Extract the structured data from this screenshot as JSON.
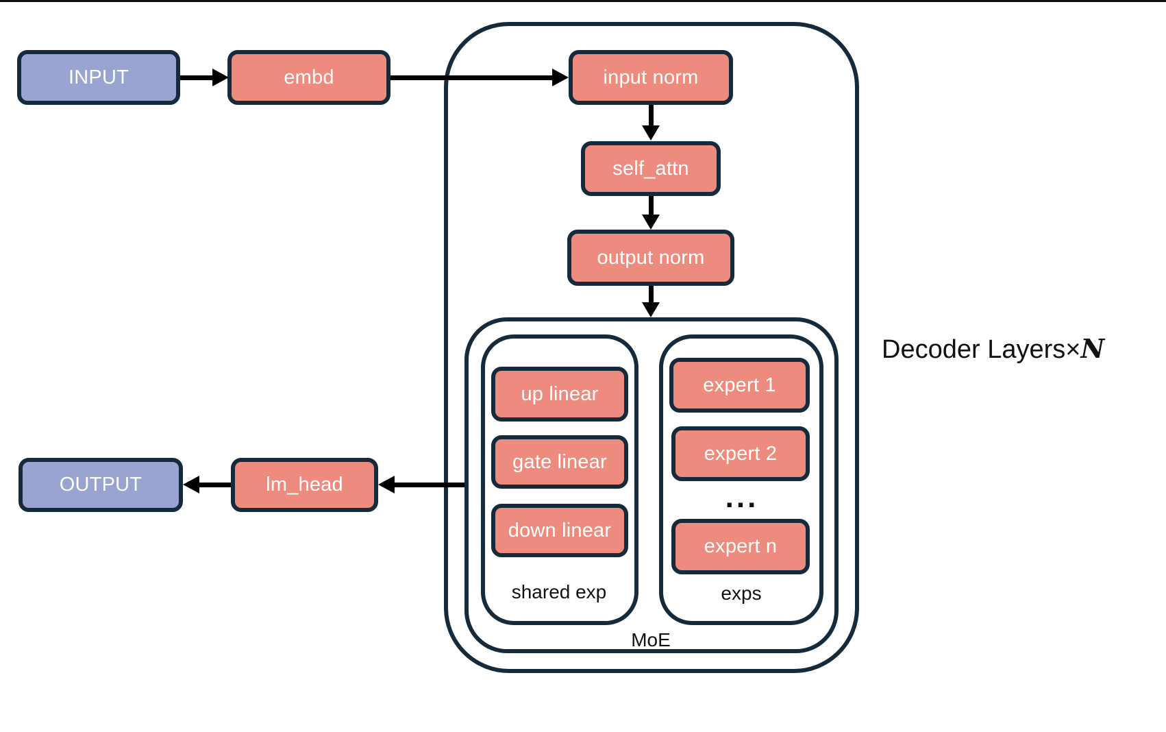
{
  "colors": {
    "node_fill": "#ED8C7E",
    "io_fill": "#9AA4D0",
    "border": "#152A3B",
    "arrow": "#000000",
    "text_light": "#FFFFFF",
    "text_dark": "#111111",
    "bg": "#FFFFFF"
  },
  "nodes": {
    "input": {
      "label": "INPUT"
    },
    "embd": {
      "label": "embd"
    },
    "input_norm": {
      "label": "input norm"
    },
    "self_attn": {
      "label": "self_attn"
    },
    "output_norm": {
      "label": "output norm"
    },
    "up_linear": {
      "label": "up linear"
    },
    "gate_linear": {
      "label": "gate linear"
    },
    "down_linear": {
      "label": "down linear"
    },
    "expert_1": {
      "label": "expert 1"
    },
    "expert_2": {
      "label": "expert 2"
    },
    "expert_ellipsis": {
      "label": "..."
    },
    "expert_n": {
      "label": "expert n"
    },
    "lm_head": {
      "label": "lm_head"
    },
    "output": {
      "label": "OUTPUT"
    }
  },
  "containers": {
    "decoder": {
      "label_prefix": "Decoder Layers×",
      "label_var": "N"
    },
    "moe": {
      "label": "MoE"
    },
    "shared_exp": {
      "label": "shared exp"
    },
    "exps": {
      "label": "exps"
    }
  }
}
